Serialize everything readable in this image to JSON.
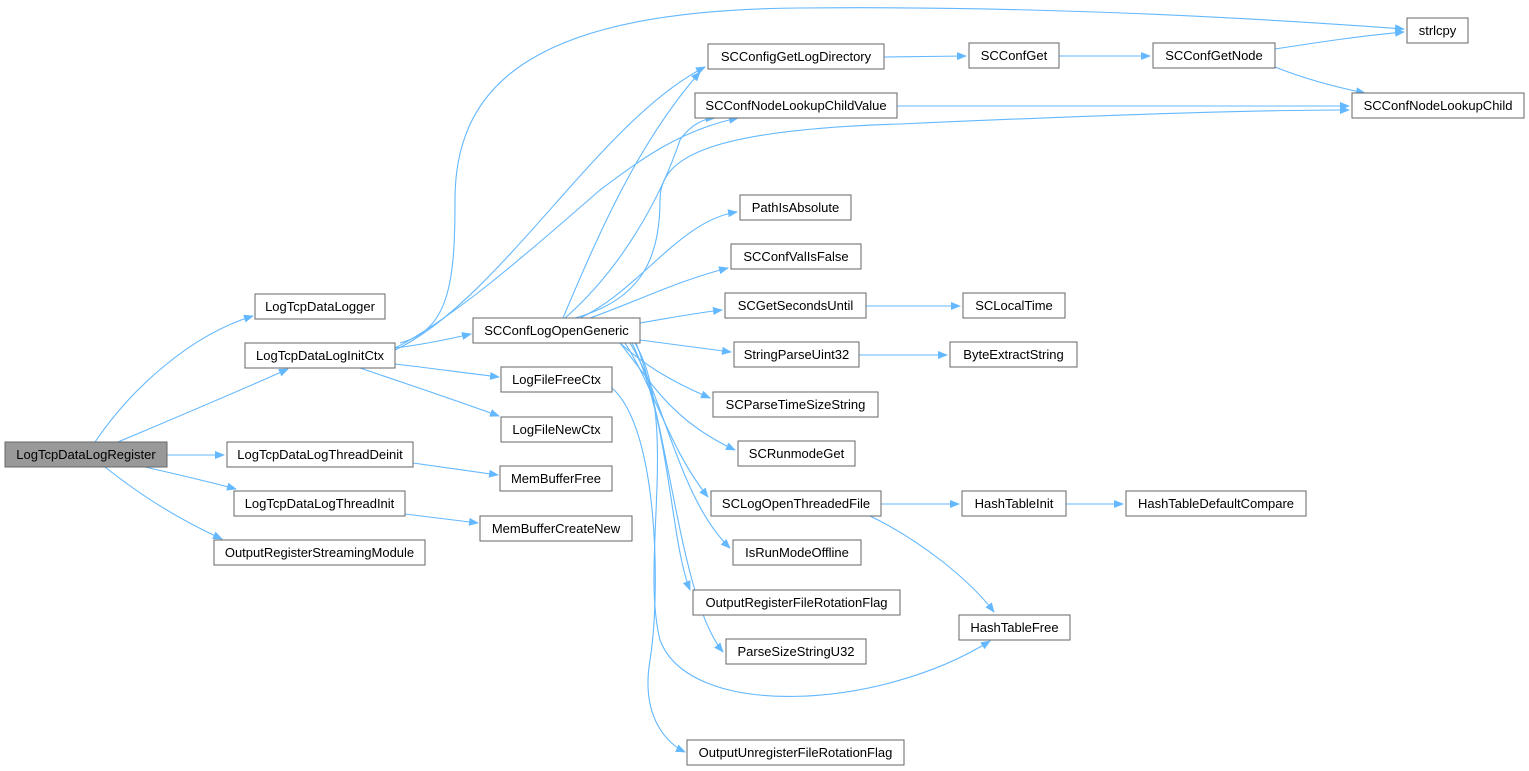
{
  "graph": {
    "title": "",
    "colors": {
      "edge": "#63b8ff",
      "node_border": "#666666",
      "root_fill": "#999999",
      "node_fill": "#ffffff"
    },
    "nodes": [
      {
        "id": "n0",
        "label": "LogTcpDataLogRegister",
        "root": true
      },
      {
        "id": "n1",
        "label": "LogTcpDataLogger"
      },
      {
        "id": "n2",
        "label": "LogTcpDataLogInitCtx"
      },
      {
        "id": "n3",
        "label": "LogTcpDataLogThreadDeinit"
      },
      {
        "id": "n4",
        "label": "LogTcpDataLogThreadInit"
      },
      {
        "id": "n5",
        "label": "OutputRegisterStreamingModule"
      },
      {
        "id": "n6",
        "label": "SCConfigGetLogDirectory"
      },
      {
        "id": "n7",
        "label": "SCConfNodeLookupChildValue"
      },
      {
        "id": "n8",
        "label": "SCConfLogOpenGeneric"
      },
      {
        "id": "n9",
        "label": "LogFileFreeCtx"
      },
      {
        "id": "n10",
        "label": "LogFileNewCtx"
      },
      {
        "id": "n11",
        "label": "MemBufferFree"
      },
      {
        "id": "n12",
        "label": "MemBufferCreateNew"
      },
      {
        "id": "n13",
        "label": "SCConfGet"
      },
      {
        "id": "n14",
        "label": "SCConfGetNode"
      },
      {
        "id": "n15",
        "label": "strlcpy"
      },
      {
        "id": "n16",
        "label": "SCConfNodeLookupChild"
      },
      {
        "id": "n17",
        "label": "PathIsAbsolute"
      },
      {
        "id": "n18",
        "label": "SCConfValIsFalse"
      },
      {
        "id": "n19",
        "label": "SCGetSecondsUntil"
      },
      {
        "id": "n20",
        "label": "SCLocalTime"
      },
      {
        "id": "n21",
        "label": "StringParseUint32"
      },
      {
        "id": "n22",
        "label": "ByteExtractString"
      },
      {
        "id": "n23",
        "label": "SCParseTimeSizeString"
      },
      {
        "id": "n24",
        "label": "SCRunmodeGet"
      },
      {
        "id": "n25",
        "label": "SCLogOpenThreadedFile"
      },
      {
        "id": "n26",
        "label": "HashTableInit"
      },
      {
        "id": "n27",
        "label": "HashTableDefaultCompare"
      },
      {
        "id": "n28",
        "label": "IsRunModeOffline"
      },
      {
        "id": "n29",
        "label": "OutputRegisterFileRotationFlag"
      },
      {
        "id": "n30",
        "label": "HashTableFree"
      },
      {
        "id": "n31",
        "label": "ParseSizeStringU32"
      },
      {
        "id": "n32",
        "label": "OutputUnregisterFileRotationFlag"
      }
    ],
    "edges": [
      {
        "from": "n0",
        "to": "n1"
      },
      {
        "from": "n0",
        "to": "n2"
      },
      {
        "from": "n0",
        "to": "n3"
      },
      {
        "from": "n0",
        "to": "n4"
      },
      {
        "from": "n0",
        "to": "n5"
      },
      {
        "from": "n2",
        "to": "n6"
      },
      {
        "from": "n2",
        "to": "n7"
      },
      {
        "from": "n2",
        "to": "n8"
      },
      {
        "from": "n2",
        "to": "n9"
      },
      {
        "from": "n2",
        "to": "n10"
      },
      {
        "from": "n2",
        "to": "n15"
      },
      {
        "from": "n3",
        "to": "n11"
      },
      {
        "from": "n4",
        "to": "n12"
      },
      {
        "from": "n6",
        "to": "n13"
      },
      {
        "from": "n13",
        "to": "n14"
      },
      {
        "from": "n14",
        "to": "n15"
      },
      {
        "from": "n14",
        "to": "n16"
      },
      {
        "from": "n7",
        "to": "n16"
      },
      {
        "from": "n8",
        "to": "n6"
      },
      {
        "from": "n8",
        "to": "n7"
      },
      {
        "from": "n8",
        "to": "n16"
      },
      {
        "from": "n8",
        "to": "n17"
      },
      {
        "from": "n8",
        "to": "n18"
      },
      {
        "from": "n8",
        "to": "n19"
      },
      {
        "from": "n8",
        "to": "n21"
      },
      {
        "from": "n8",
        "to": "n23"
      },
      {
        "from": "n8",
        "to": "n24"
      },
      {
        "from": "n8",
        "to": "n25"
      },
      {
        "from": "n8",
        "to": "n28"
      },
      {
        "from": "n8",
        "to": "n29"
      },
      {
        "from": "n8",
        "to": "n30"
      },
      {
        "from": "n8",
        "to": "n31"
      },
      {
        "from": "n9",
        "to": "n32"
      },
      {
        "from": "n19",
        "to": "n20"
      },
      {
        "from": "n21",
        "to": "n22"
      },
      {
        "from": "n25",
        "to": "n26"
      },
      {
        "from": "n25",
        "to": "n30"
      },
      {
        "from": "n26",
        "to": "n27"
      }
    ]
  }
}
